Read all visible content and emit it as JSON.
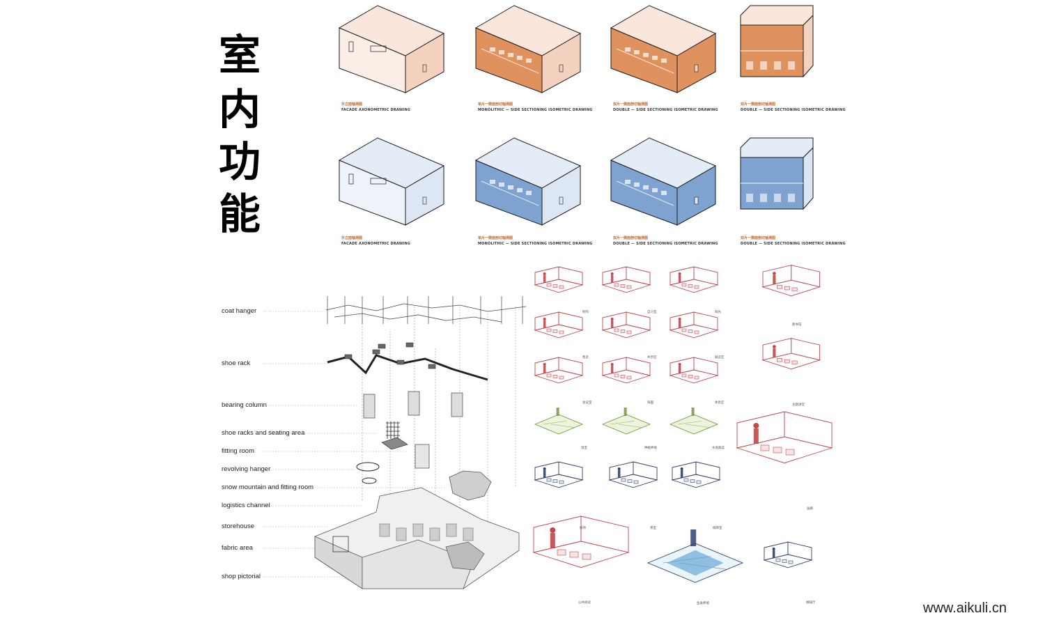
{
  "title": [
    "室",
    "内",
    "功",
    "能"
  ],
  "iso_rows": [
    {
      "row": "warm",
      "colors": {
        "top": "#fae6db",
        "left": "#fbeee7",
        "right": "#f5d2bf",
        "cut": "#e0925e",
        "line": "#1a1a1a"
      },
      "items": [
        {
          "cn": "外立面轴测图",
          "en": "FACADE AXONOMETRIC DRAWING",
          "mode": "facade"
        },
        {
          "cn": "单片一侧面剖切轴测图",
          "en": "MONOLITHIC — SIDE SECTIONING ISOMETRIC DRAWING",
          "mode": "cut-one"
        },
        {
          "cn": "双片一侧面剖切轴测图",
          "en": "DOUBLE — SIDE SECTIONING ISOMETRIC DRAWING",
          "mode": "cut-two"
        },
        {
          "cn": "双片一侧面剖切轴测图",
          "en": "DOUBLE — SIDE SECTIONING ISOMETRIC DRAWING",
          "mode": "cut-three"
        }
      ]
    },
    {
      "row": "cool",
      "colors": {
        "top": "#e4ecf7",
        "left": "#eef3fa",
        "right": "#dde7f4",
        "cut": "#7fa3d1",
        "line": "#1a1a1a"
      },
      "items": [
        {
          "cn": "外立面轴测图",
          "en": "FACADE AXONOMETRIC DRAWING",
          "mode": "facade"
        },
        {
          "cn": "单片一侧面剖切轴测图",
          "en": "MONOLITHIC — SIDE SECTIONING ISOMETRIC DRAWING",
          "mode": "cut-one"
        },
        {
          "cn": "双片一侧面剖切轴测图",
          "en": "DOUBLE — SIDE SECTIONING ISOMETRIC DRAWING",
          "mode": "cut-two"
        },
        {
          "cn": "双片一侧面剖切轴测图",
          "en": "DOUBLE — SIDE SECTIONING ISOMETRIC DRAWING",
          "mode": "cut-three"
        }
      ]
    }
  ],
  "exploded_layers": [
    {
      "label": "coat hanger"
    },
    {
      "label": "shoe rack"
    },
    {
      "label": "bearing column"
    },
    {
      "label": "shoe racks and seating area"
    },
    {
      "label": "fitting room"
    },
    {
      "label": "revolving hanger"
    },
    {
      "label": "snow mountain and fitting room"
    },
    {
      "label": "logistics channel"
    },
    {
      "label": "storehouse"
    },
    {
      "label": "fabric area"
    },
    {
      "label": "shop pictorial"
    }
  ],
  "function_colors": {
    "red": "#c0474a",
    "red_fill": "#f6e3e3",
    "green": "#6f9a3e",
    "green_fill": "#eef3dd",
    "navy": "#2e3f6a",
    "navy_fill": "#e9eef6",
    "aqua": "#6aa8d6"
  },
  "function_rooms": [
    {
      "cn": "制作",
      "style": "red"
    },
    {
      "cn": "自习室",
      "style": "red"
    },
    {
      "cn": "阳光",
      "style": "red"
    },
    {
      "cn": "售卖",
      "style": "red"
    },
    {
      "cn": "共享区",
      "style": "red"
    },
    {
      "cn": "展览区",
      "style": "red"
    },
    {
      "cn": "会议室",
      "style": "red"
    },
    {
      "cn": "阳面",
      "style": "red"
    },
    {
      "cn": "休息区",
      "style": "red"
    },
    {
      "cn": "温室",
      "style": "green"
    },
    {
      "cn": "种植养殖",
      "style": "green"
    },
    {
      "cn": "水培蔬菜",
      "style": "green"
    },
    {
      "cn": "接待",
      "style": "navy"
    },
    {
      "cn": "茶室",
      "style": "navy"
    },
    {
      "cn": "棋牌室",
      "style": "navy"
    },
    {
      "cn": "公共阅读",
      "style": "red"
    },
    {
      "cn": "鱼类养殖",
      "style": "aqua"
    },
    {
      "cn": "咖啡厅",
      "style": "navy"
    },
    {
      "cn": "图书馆",
      "style": "red"
    },
    {
      "cn": "主题讲堂",
      "style": "red"
    },
    {
      "cn": "画廊",
      "style": "red"
    }
  ],
  "watermark": "www.aikuli.cn"
}
